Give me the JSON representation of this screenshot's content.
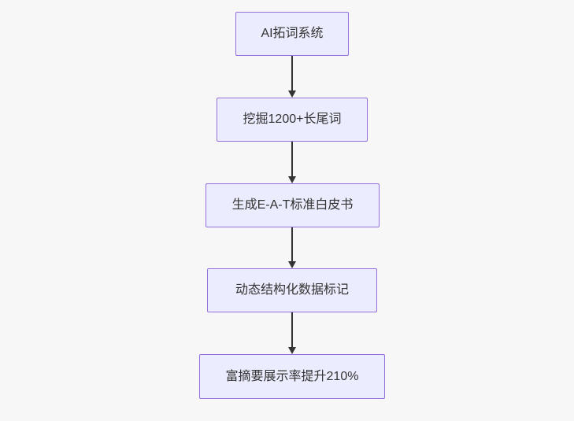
{
  "page": {
    "background_color": "#f7f7f7"
  },
  "diagram": {
    "type": "flowchart",
    "direction": "top-down",
    "colors": {
      "node_fill": "#ECECFF",
      "node_border": "#9370DB",
      "node_text": "#333333",
      "arrow": "#333333"
    },
    "nodes": [
      {
        "label": "AI拓词系统"
      },
      {
        "label": "挖掘1200+长尾词"
      },
      {
        "label": "生成E-A-T标准白皮书"
      },
      {
        "label": "动态结构化数据标记"
      },
      {
        "label": "富摘要展示率提升210%"
      }
    ],
    "edges": [
      {
        "from": "AI拓词系统",
        "to": "挖掘1200+长尾词",
        "style": "arrow-down"
      },
      {
        "from": "挖掘1200+长尾词",
        "to": "生成E-A-T标准白皮书",
        "style": "arrow-down"
      },
      {
        "from": "生成E-A-T标准白皮书",
        "to": "动态结构化数据标记",
        "style": "arrow-down"
      },
      {
        "from": "动态结构化数据标记",
        "to": "富摘要展示率提升210%",
        "style": "arrow-down"
      }
    ]
  }
}
